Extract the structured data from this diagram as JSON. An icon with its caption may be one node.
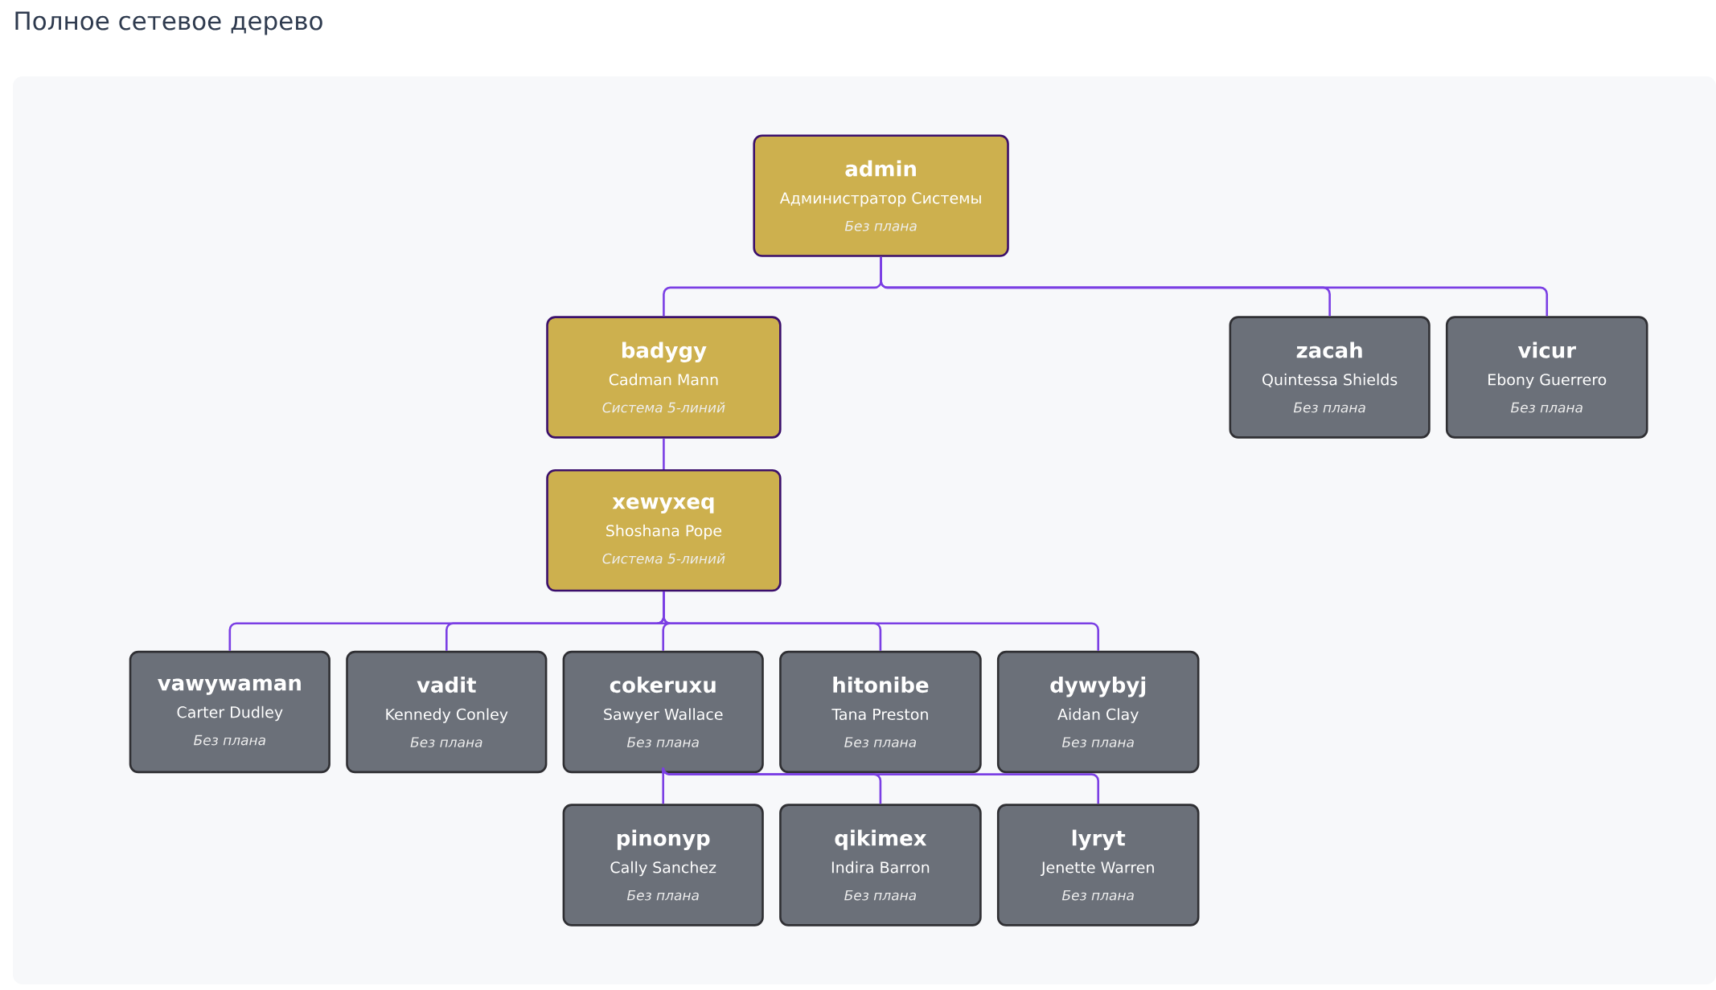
{
  "diagram": {
    "title": "Полное сетевое дерево",
    "nodes": [
      {
        "text": [
          "admin",
          "Администратор Системы",
          "Без плана"
        ]
      },
      {
        "text": [
          "badygy",
          "Cadman Mann",
          "Система 5-линий"
        ]
      },
      {
        "text": [
          "zacah",
          "Quintessa Shields",
          "Без плана"
        ]
      },
      {
        "text": [
          "vicur",
          "Ebony Guerrero",
          "Без плана"
        ]
      },
      {
        "text": [
          "xewyxeq",
          "Shoshana Pope",
          "Система 5-линий"
        ]
      },
      {
        "text": [
          "vawywaman",
          "Carter Dudley",
          "Без плана"
        ]
      },
      {
        "text": [
          "vadit",
          "Kennedy Conley",
          "Без плана"
        ]
      },
      {
        "text": [
          "cokeruxu",
          "Sawyer Wallace",
          "Без плана"
        ]
      },
      {
        "text": [
          "hitonibe",
          "Tana Preston",
          "Без плана"
        ]
      },
      {
        "text": [
          "dywybyj",
          "Aidan Clay",
          "Без плана"
        ]
      },
      {
        "text": [
          "pinonyp",
          "Cally Sanchez",
          "Без плана"
        ]
      },
      {
        "text": [
          "qikimex",
          "Indira Barron",
          "Без плана"
        ]
      },
      {
        "text": [
          "lyryt",
          "Jenette Warren",
          "Без плана"
        ]
      }
    ],
    "edges": [
      {
        "from": 0,
        "to": 1,
        "arrow": "none"
      },
      {
        "from": 0,
        "to": 2,
        "arrow": "none"
      },
      {
        "from": 0,
        "to": 3,
        "arrow": "none"
      },
      {
        "from": 1,
        "to": 4,
        "arrow": "none"
      },
      {
        "from": 4,
        "to": 5,
        "arrow": "none"
      },
      {
        "from": 4,
        "to": 6,
        "arrow": "none"
      },
      {
        "from": 4,
        "to": 7,
        "arrow": "none"
      },
      {
        "from": 4,
        "to": 8,
        "arrow": "none"
      },
      {
        "from": 4,
        "to": 9,
        "arrow": "none"
      },
      {
        "from": 7,
        "to": 10,
        "arrow": "none"
      },
      {
        "from": 7,
        "to": 11,
        "arrow": "none"
      },
      {
        "from": 7,
        "to": 12,
        "arrow": "none"
      }
    ]
  }
}
